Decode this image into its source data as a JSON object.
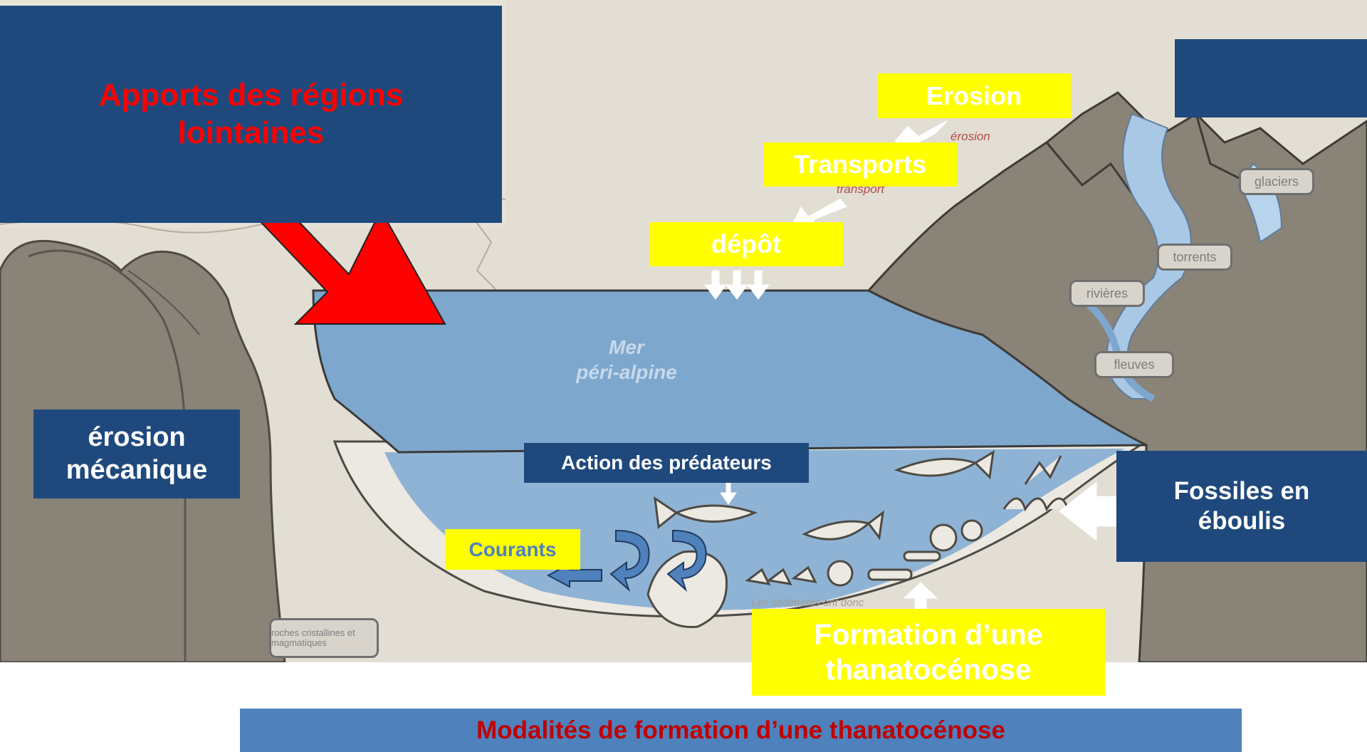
{
  "illustration": {
    "sea_label_line1": "Mer",
    "sea_label_line2": "péri-alpine",
    "label_erosion": "érosion",
    "label_transport": "transport",
    "label_glaciers": "glaciers",
    "label_torrents": "torrents",
    "label_rivieres": "rivières",
    "label_fleuves": "fleuves",
    "label_roches": "roches cristallines et magmatiques",
    "label_sediments": "Les sédiments ont donc"
  },
  "callouts": {
    "apports": "Apports des régions lointaines",
    "erosion": "Erosion",
    "transports": "Transports",
    "depot": "dépôt",
    "erosion_mecanique": "érosion mécanique",
    "action_predateurs": "Action des prédateurs",
    "courants": "Courants",
    "fossiles_eboulis": "Fossiles en éboulis",
    "formation": "Formation d’une thanatocénose"
  },
  "caption": "Modalités de formation d’une thanatocénose",
  "colors": {
    "navy": "#1f497d",
    "yellow": "#ffff00",
    "red_text": "#ff0000",
    "caption_bg": "#4f81bd",
    "caption_text": "#c00000",
    "courants_text": "#4f81bd",
    "sea": "#8ab1d6",
    "mountain": "#8a8378"
  }
}
